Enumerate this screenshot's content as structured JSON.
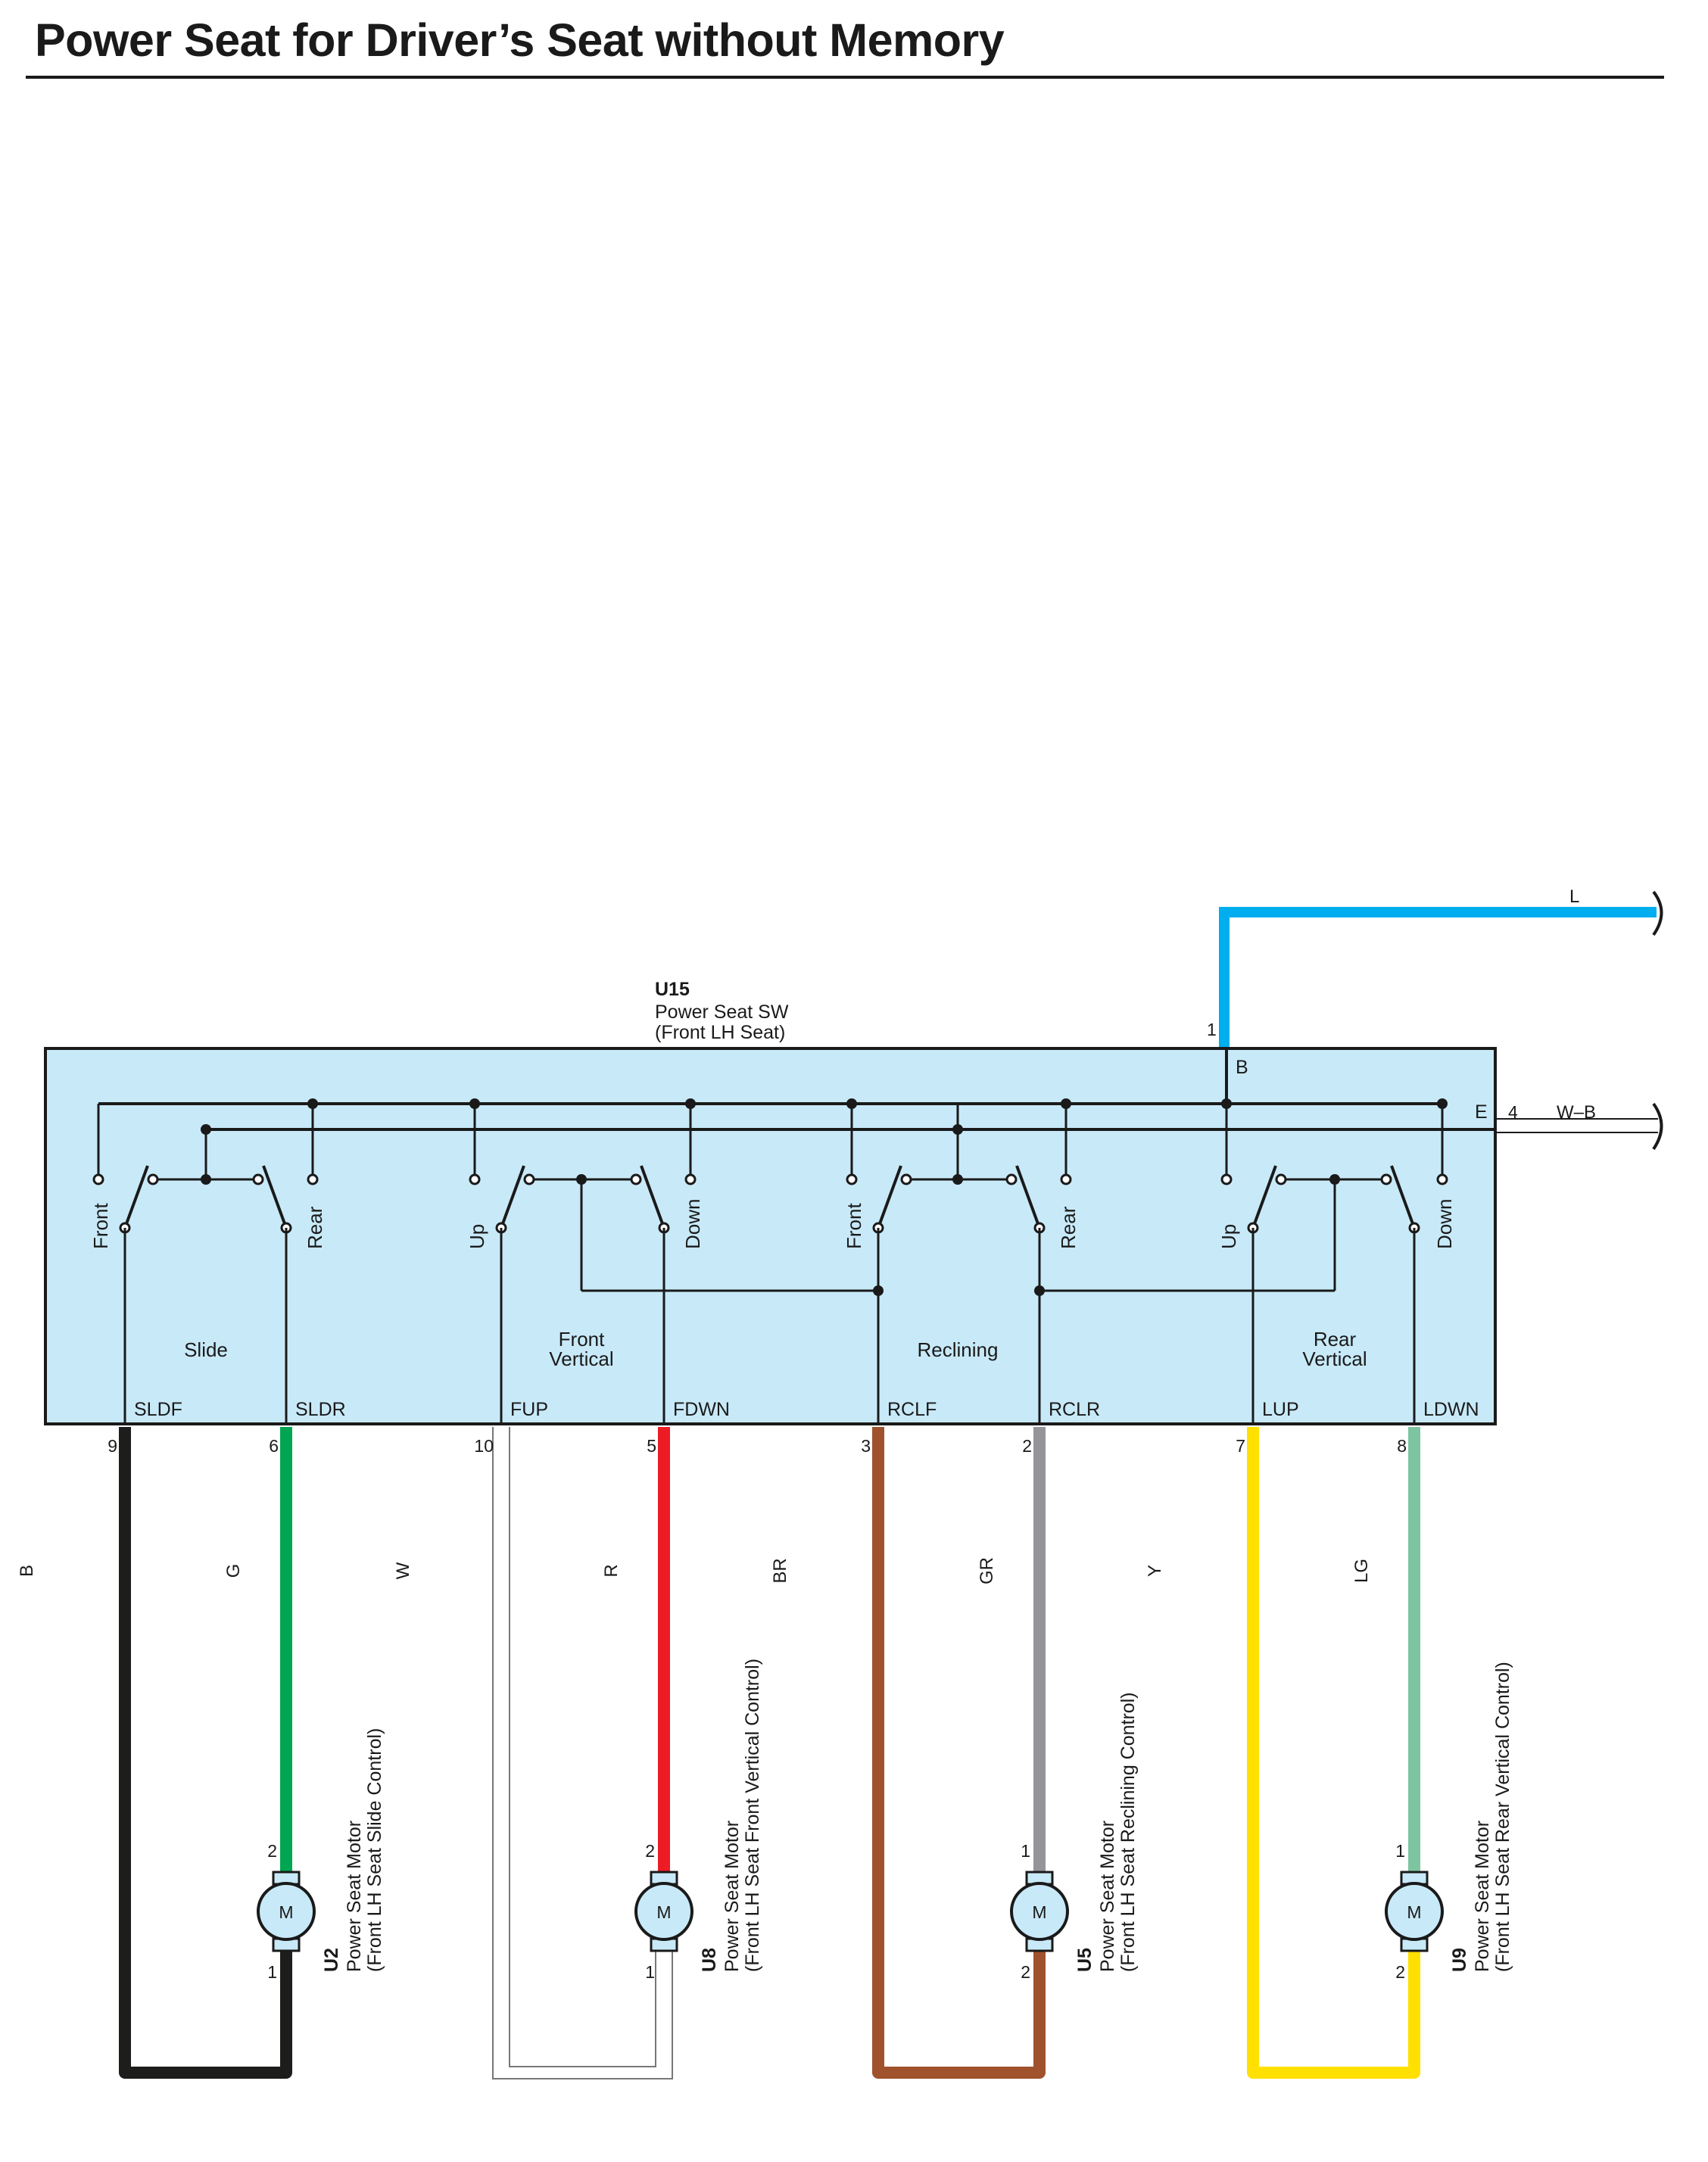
{
  "title": "Power Seat for Driver’s Seat without Memory",
  "colors": {
    "box_fill": "#c8e9f8",
    "B": "#1d1d1b",
    "G": "#00a651",
    "W": "#ffffff",
    "R": "#ed1c24",
    "BR": "#a0522d",
    "GR": "#939598",
    "Y": "#ffe000",
    "LG": "#7cc5a0",
    "L": "#00aeef",
    "W-B": "#ffffff"
  },
  "switch": {
    "id": "U15",
    "name": "Power Seat SW",
    "sub": "(Front LH Seat)",
    "power_pin": "1",
    "power_signal": "B",
    "power_wire": "L",
    "ground_signal": "E",
    "ground_pin": "4",
    "ground_wire": "W–B"
  },
  "sections": [
    {
      "name": [
        "Slide"
      ],
      "left_label": "Front",
      "right_label": "Rear"
    },
    {
      "name": [
        "Front",
        "Vertical"
      ],
      "left_label": "Up",
      "right_label": "Down"
    },
    {
      "name": [
        "Reclining"
      ],
      "left_label": "Front",
      "right_label": "Rear"
    },
    {
      "name": [
        "Rear",
        "Vertical"
      ],
      "left_label": "Up",
      "right_label": "Down"
    }
  ],
  "terminals": [
    {
      "signal": "SLDF",
      "pin": "9",
      "wire": "B"
    },
    {
      "signal": "SLDR",
      "pin": "6",
      "wire": "G"
    },
    {
      "signal": "FUP",
      "pin": "10",
      "wire": "W"
    },
    {
      "signal": "FDWN",
      "pin": "5",
      "wire": "R"
    },
    {
      "signal": "RCLF",
      "pin": "3",
      "wire": "BR"
    },
    {
      "signal": "RCLR",
      "pin": "2",
      "wire": "GR"
    },
    {
      "signal": "LUP",
      "pin": "7",
      "wire": "Y"
    },
    {
      "signal": "LDWN",
      "pin": "8",
      "wire": "LG"
    }
  ],
  "motors": [
    {
      "id": "U2",
      "symbol": "M",
      "name": "Power Seat Motor",
      "sub": "(Front LH Seat Slide Control)",
      "top_pin": "2",
      "bottom_pin": "1"
    },
    {
      "id": "U8",
      "symbol": "M",
      "name": "Power Seat Motor",
      "sub": "(Front LH Seat Front Vertical Control)",
      "top_pin": "2",
      "bottom_pin": "1"
    },
    {
      "id": "U5",
      "symbol": "M",
      "name": "Power Seat Motor",
      "sub": "(Front LH Seat Reclining Control)",
      "top_pin": "1",
      "bottom_pin": "2"
    },
    {
      "id": "U9",
      "symbol": "M",
      "name": "Power Seat Motor",
      "sub": "(Front LH Seat Rear Vertical Control)",
      "top_pin": "1",
      "bottom_pin": "2"
    }
  ]
}
